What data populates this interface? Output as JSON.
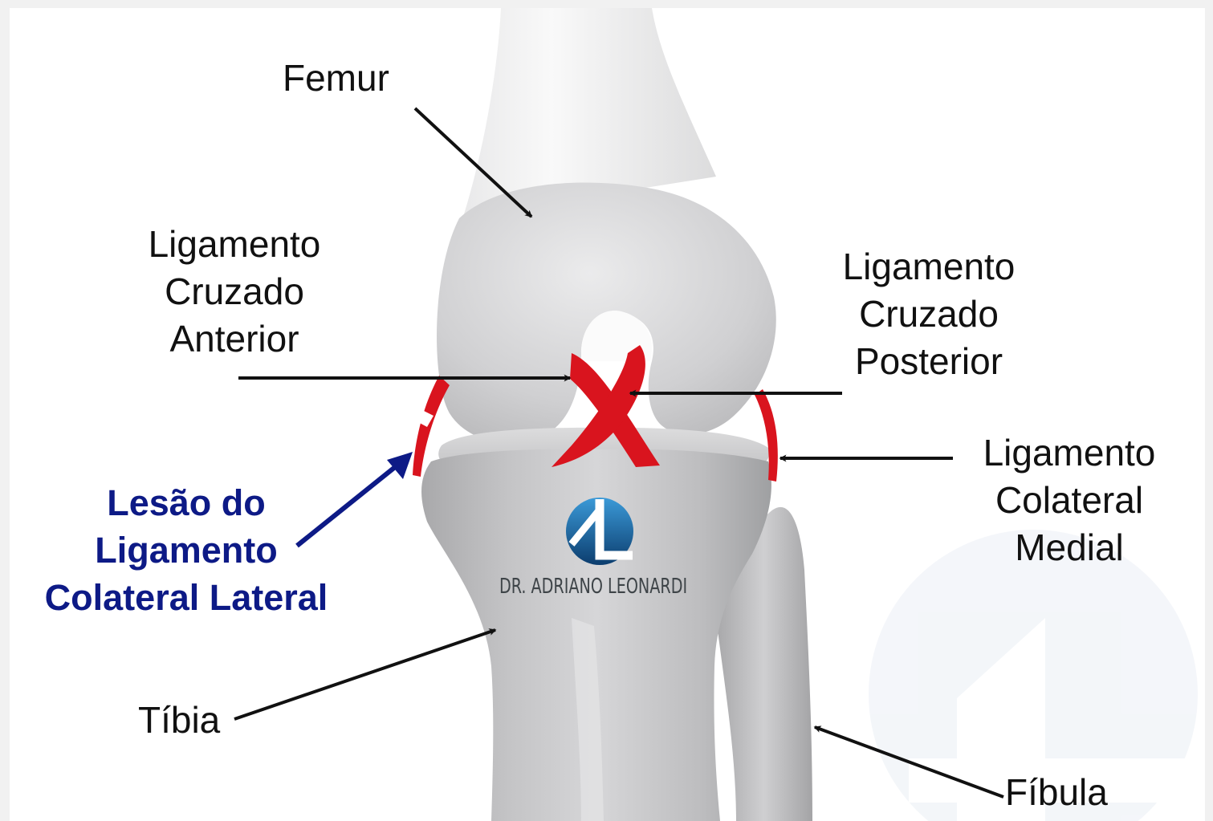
{
  "diagram": {
    "labels": {
      "femur": "Femur",
      "acl": [
        "Ligamento",
        "Cruzado",
        "Anterior"
      ],
      "pcl": [
        "Ligamento",
        "Cruzado",
        "Posterior"
      ],
      "mcl": [
        "Ligamento",
        "Colateral",
        "Medial"
      ],
      "injury": [
        "Lesão do",
        "Ligamento",
        "Colateral Lateral"
      ],
      "tibia": "Tíbia",
      "fibula": "Fíbula"
    },
    "brand": {
      "name": "DR. ADRIANO LEONARDI",
      "logo_icon": "dr-adriano-leonardi-logo-icon",
      "watermark_icon": "watermark-logo-icon"
    },
    "colors": {
      "ligament": "#d9141e",
      "injury_text": "#0d1a86",
      "bone": "#c8c8ca",
      "arrow": "#111111"
    }
  }
}
